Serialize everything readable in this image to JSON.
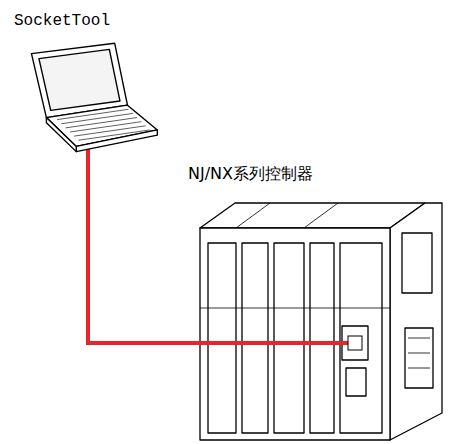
{
  "diagram": {
    "nodes": [
      {
        "text": [
          "SocketTool"
        ]
      },
      {
        "text": [
          "NJ/NX系列控制器"
        ]
      }
    ],
    "edges": [
      {
        "from": 0,
        "to": 1,
        "arrow": "none"
      }
    ]
  }
}
